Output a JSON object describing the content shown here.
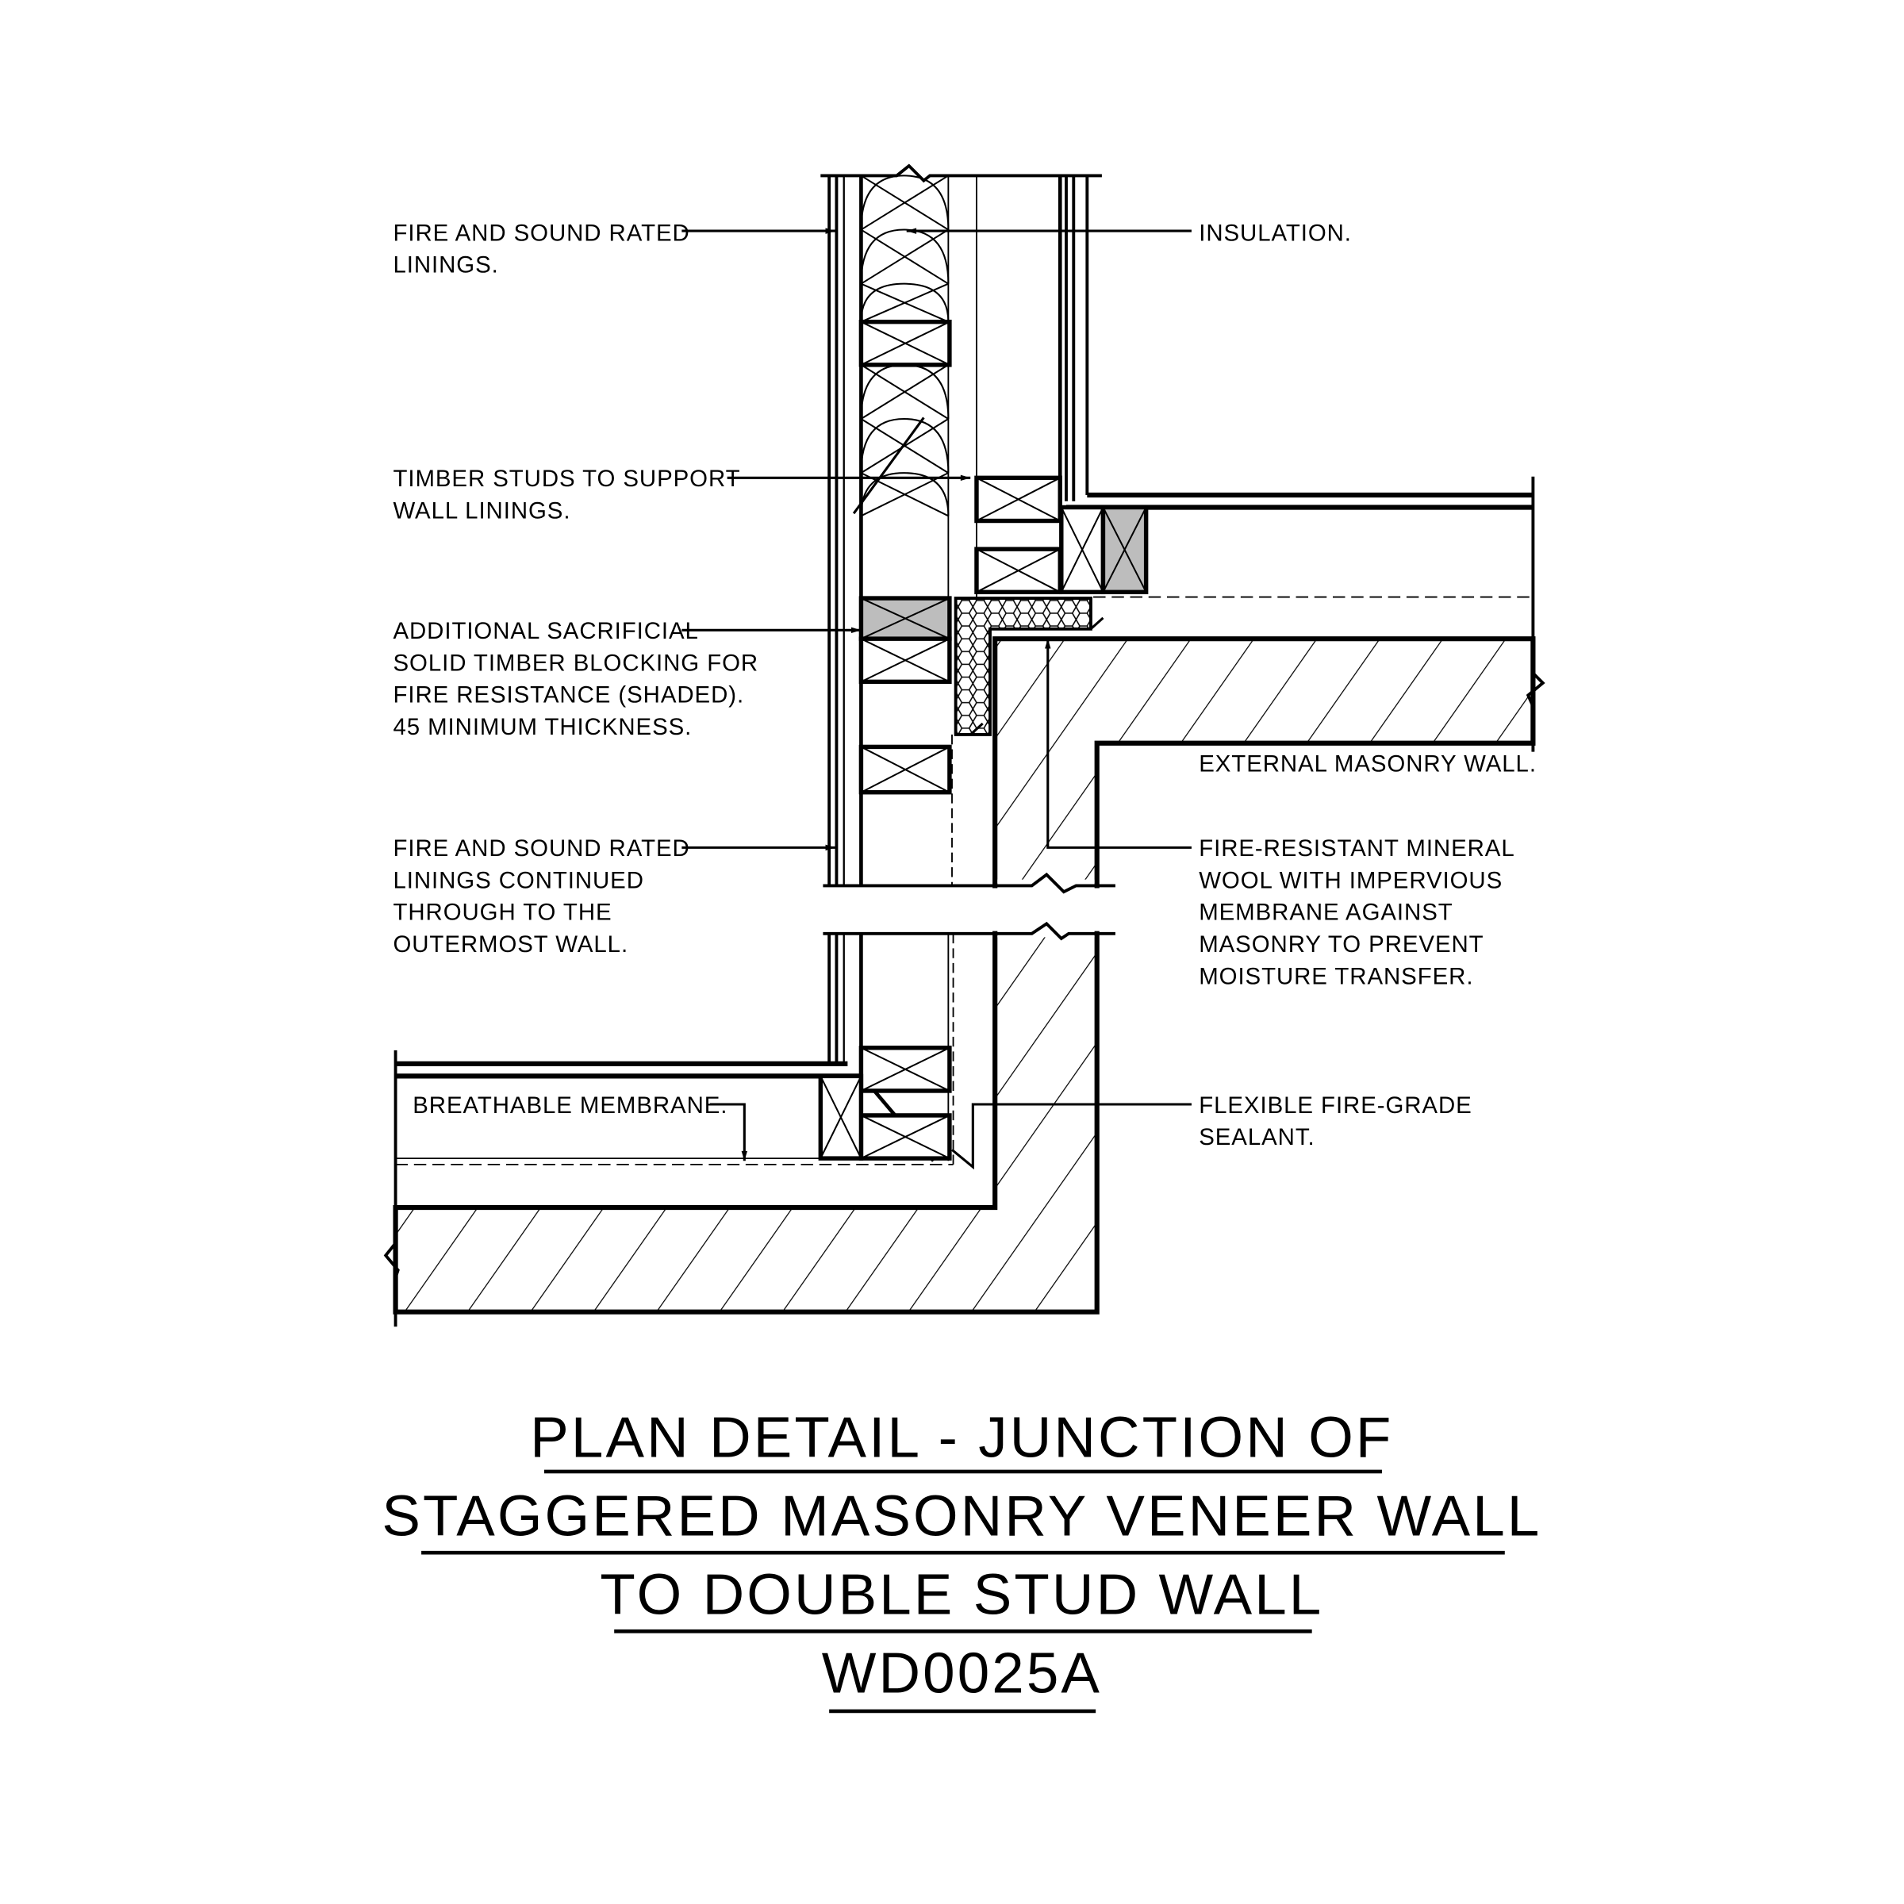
{
  "labels": {
    "linings": [
      "FIRE AND SOUND RATED",
      "LININGS."
    ],
    "insulation": [
      "INSULATION."
    ],
    "timber_studs": [
      "TIMBER STUDS TO SUPPORT",
      "WALL LININGS."
    ],
    "blocking": [
      "ADDITIONAL SACRIFICIAL",
      "SOLID TIMBER BLOCKING FOR",
      "FIRE RESISTANCE (SHADED).",
      "45 MINIMUM THICKNESS."
    ],
    "external_wall": [
      "EXTERNAL MASONRY WALL."
    ],
    "linings_continued": [
      "FIRE AND SOUND RATED",
      "LININGS CONTINUED",
      "THROUGH TO THE",
      "OUTERMOST WALL."
    ],
    "mineral_wool": [
      "FIRE-RESISTANT MINERAL",
      "WOOL WITH IMPERVIOUS",
      "MEMBRANE AGAINST",
      "MASONRY TO PREVENT",
      "MOISTURE TRANSFER."
    ],
    "breathable": [
      "BREATHABLE MEMBRANE."
    ],
    "sealant": [
      "FLEXIBLE FIRE-GRADE",
      "SEALANT."
    ]
  },
  "title": {
    "lines": [
      "PLAN DETAIL - JUNCTION OF",
      "STAGGERED MASONRY VENEER WALL",
      "TO DOUBLE STUD WALL",
      "WD0025A"
    ]
  },
  "colors": {
    "ink": "#000000",
    "shade": "#bdbdbd",
    "paper": "#ffffff"
  }
}
